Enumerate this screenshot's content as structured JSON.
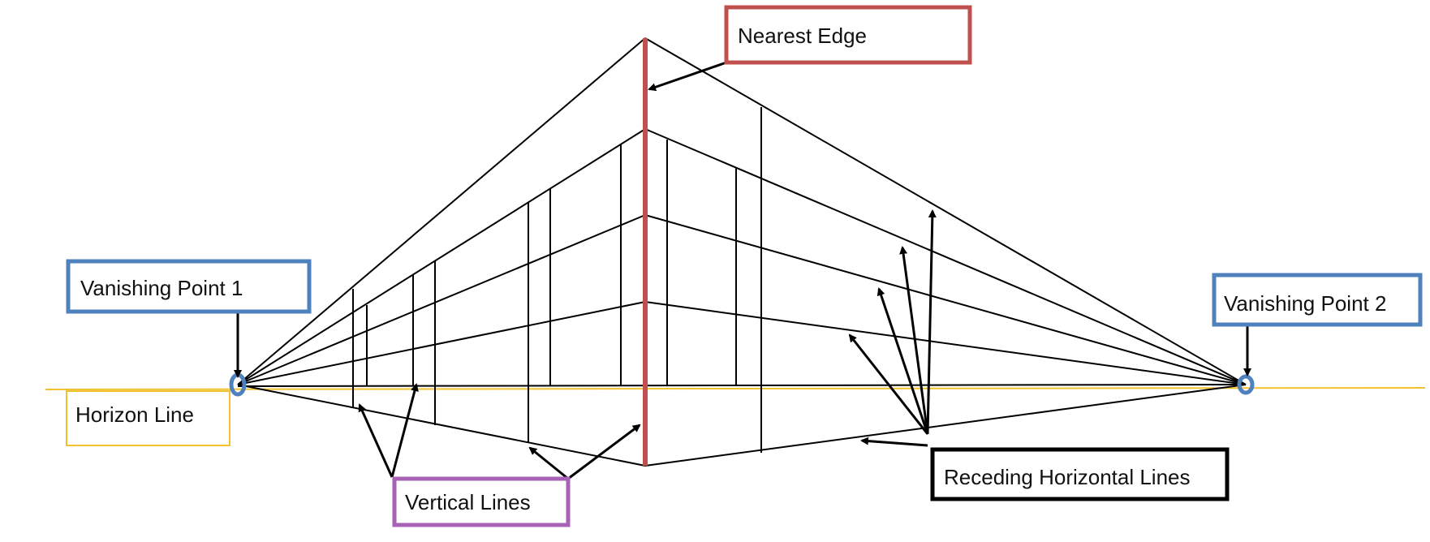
{
  "labels": {
    "nearest_edge": "Nearest Edge",
    "vanishing_point_1": "Vanishing Point 1",
    "vanishing_point_2": "Vanishing Point 2",
    "horizon_line": "Horizon Line",
    "vertical_lines": "Vertical Lines",
    "receding_horizontal_lines": "Receding Horizontal Lines"
  },
  "colors": {
    "nearest_edge": "#c0504d",
    "vanishing_points": "#4f81bd",
    "horizon_line": "#f2c12e",
    "vertical_lines_box": "#a761b5",
    "receding_lines_box": "#000000",
    "lines": "#000000"
  }
}
